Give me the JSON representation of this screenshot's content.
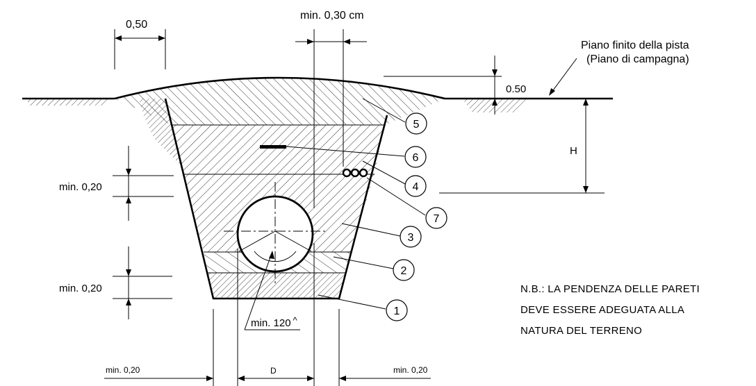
{
  "dimensions": {
    "top_width": "0,50",
    "clearance": "min. 0,30  cm",
    "cover": "0.50",
    "height": "H",
    "layer_upper": "min. 0,20",
    "layer_lower": "min. 0,20",
    "angle": "min. 120",
    "angle_mark": "^",
    "diameter": "D",
    "side_left": "min. 0,20",
    "side_right": "min. 0,20"
  },
  "surface_label": {
    "line1": "Piano finito della pista",
    "line2": "(Piano di campagna)"
  },
  "callouts": [
    "1",
    "2",
    "3",
    "4",
    "5",
    "6",
    "7"
  ],
  "note": {
    "line1": "N.B.: LA PENDENZA DELLE PARETI",
    "line2": "DEVE ESSERE ADEGUATA ALLA",
    "line3": "NATURA DEL TERRENO"
  }
}
